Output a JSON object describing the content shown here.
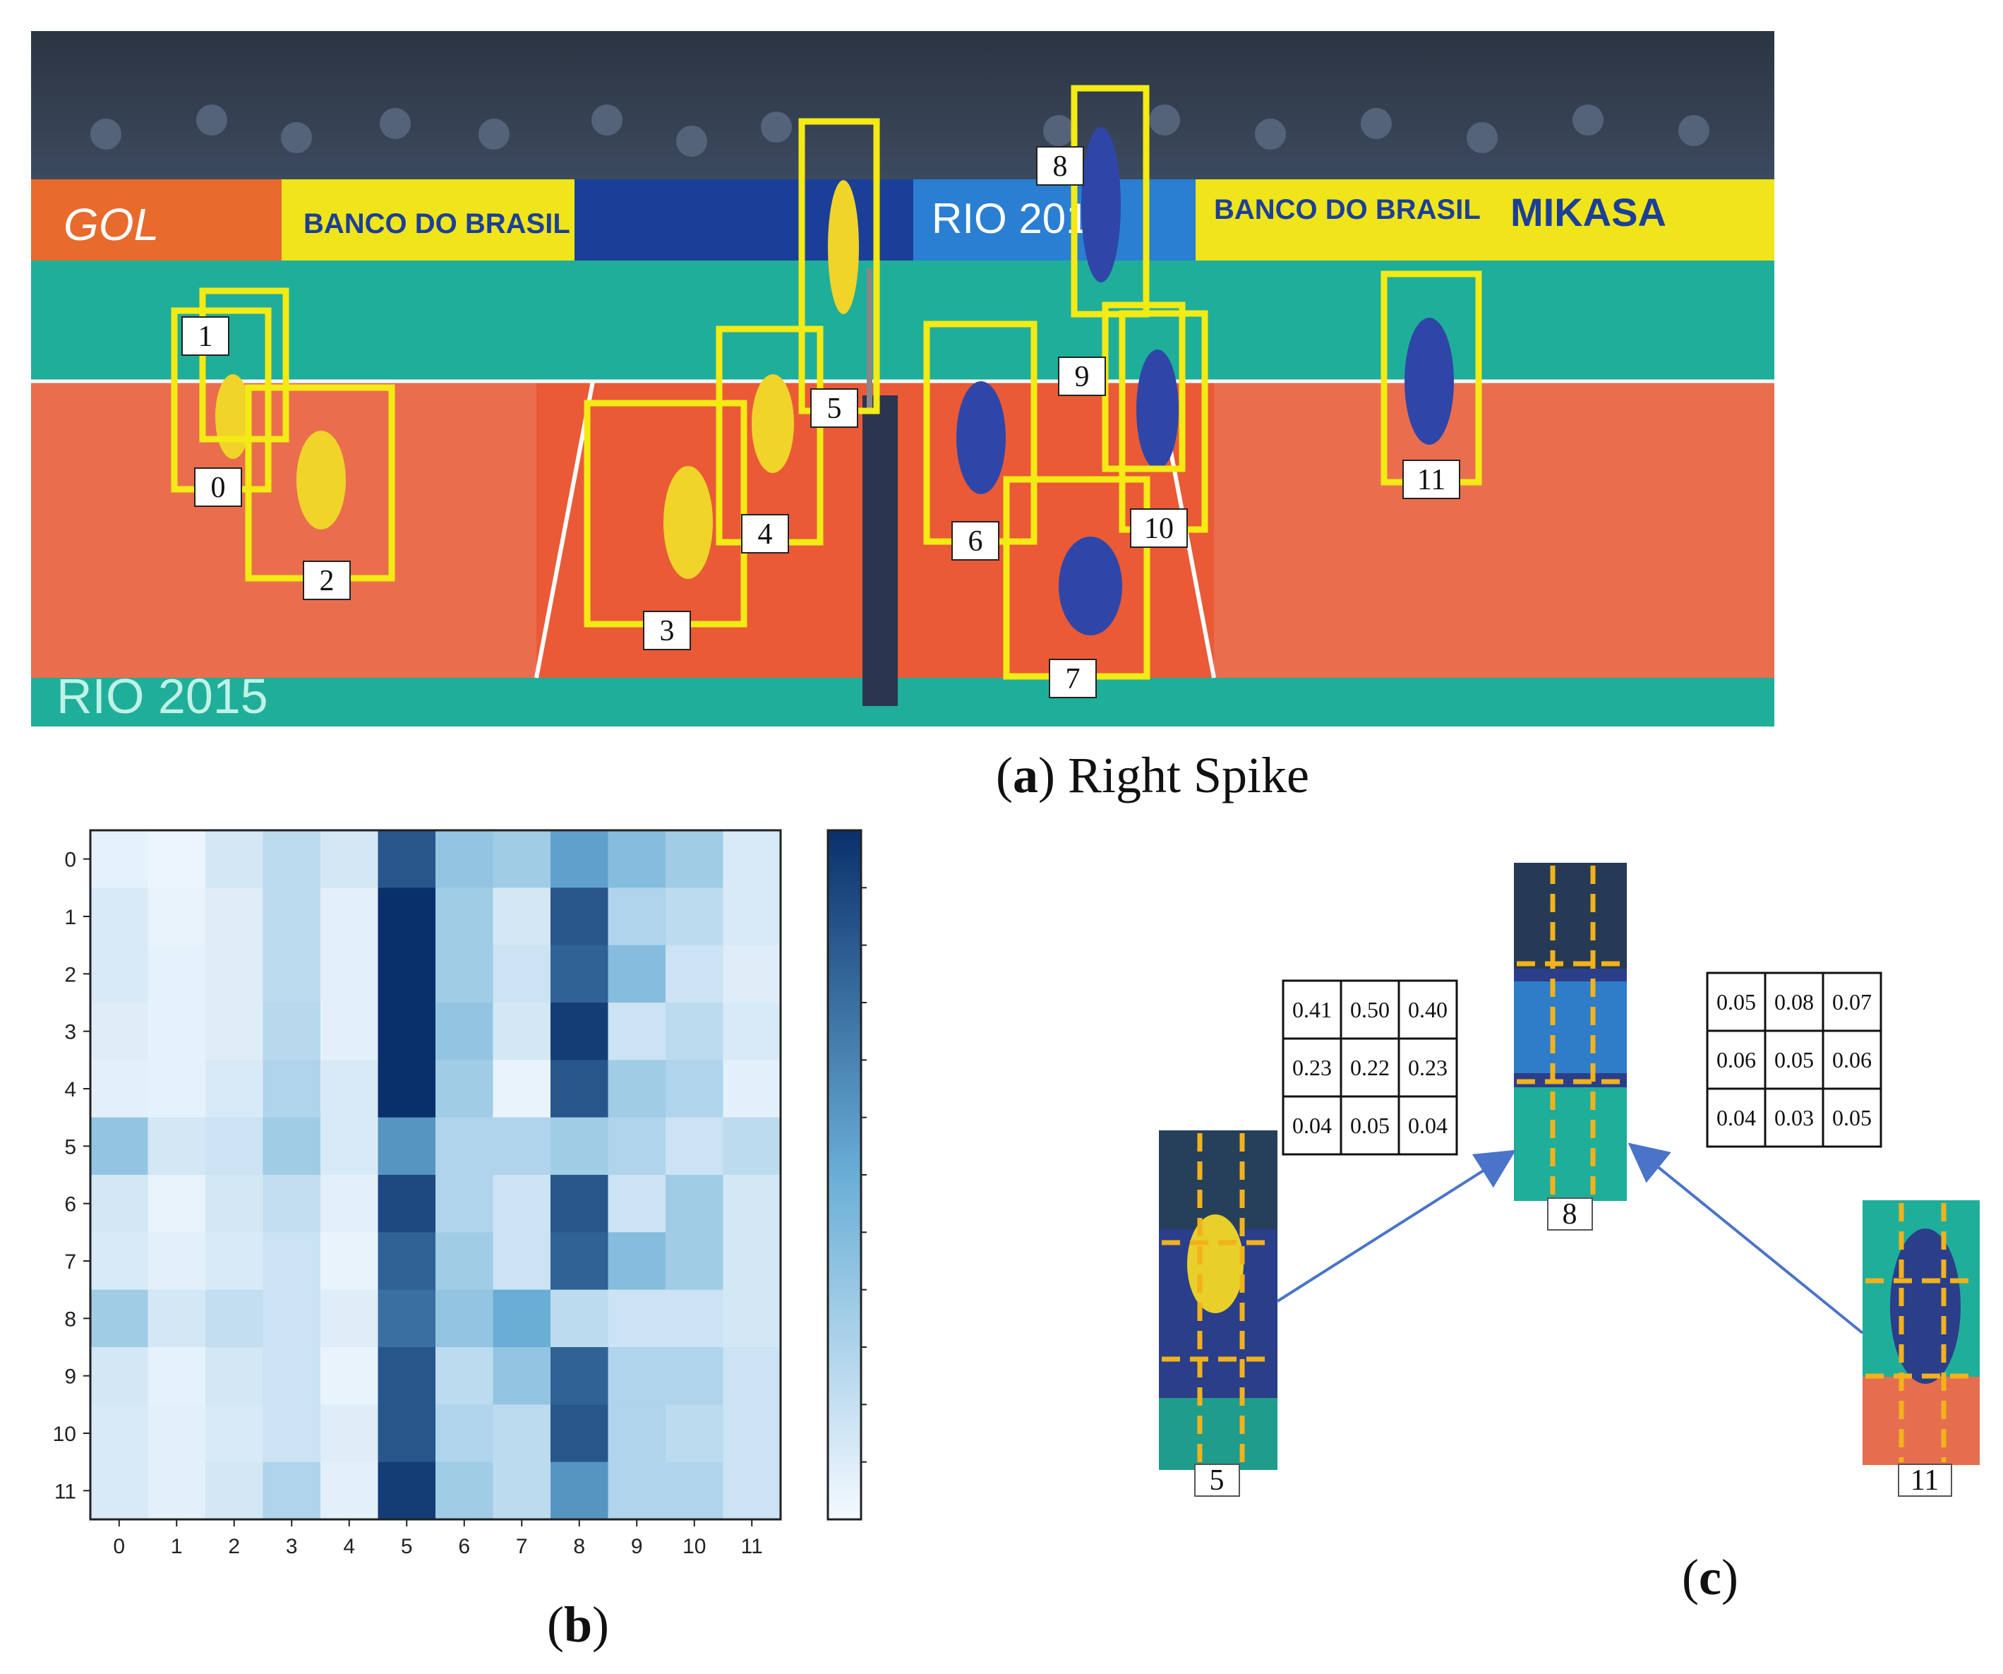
{
  "panel_a": {
    "caption_letter": "a",
    "caption_text": "Right Spike",
    "banners": [
      "GOL",
      "BANCO DO BRASIL",
      "MIKASA",
      "RIO 2015"
    ],
    "player_labels": [
      "0",
      "1",
      "2",
      "3",
      "4",
      "5",
      "6",
      "7",
      "8",
      "9",
      "10",
      "11"
    ]
  },
  "panel_b": {
    "caption_letter": "b"
  },
  "panel_c": {
    "caption_letter": "c",
    "crop_labels": [
      "5",
      "8",
      "11"
    ],
    "table_left": [
      [
        "0.41",
        "0.50",
        "0.40"
      ],
      [
        "0.23",
        "0.22",
        "0.23"
      ],
      [
        "0.04",
        "0.05",
        "0.04"
      ]
    ],
    "table_right": [
      [
        "0.05",
        "0.08",
        "0.07"
      ],
      [
        "0.06",
        "0.05",
        "0.06"
      ],
      [
        "0.04",
        "0.03",
        "0.05"
      ]
    ]
  },
  "chart_data": {
    "type": "heatmap",
    "x_ticks": [
      "0",
      "1",
      "2",
      "3",
      "4",
      "5",
      "6",
      "7",
      "8",
      "9",
      "10",
      "11"
    ],
    "y_ticks": [
      "0",
      "1",
      "2",
      "3",
      "4",
      "5",
      "6",
      "7",
      "8",
      "9",
      "10",
      "11"
    ],
    "colormap": "Blues",
    "color_low": "#f4f9ff",
    "color_high": "#0a306b",
    "values": [
      [
        0.05,
        0.03,
        0.12,
        0.2,
        0.12,
        0.85,
        0.35,
        0.3,
        0.55,
        0.4,
        0.3,
        0.1
      ],
      [
        0.1,
        0.04,
        0.08,
        0.2,
        0.06,
        1.0,
        0.3,
        0.12,
        0.85,
        0.25,
        0.2,
        0.1
      ],
      [
        0.1,
        0.05,
        0.08,
        0.2,
        0.06,
        1.0,
        0.3,
        0.15,
        0.8,
        0.4,
        0.15,
        0.08
      ],
      [
        0.08,
        0.05,
        0.08,
        0.22,
        0.06,
        1.0,
        0.35,
        0.12,
        0.95,
        0.15,
        0.2,
        0.1
      ],
      [
        0.06,
        0.05,
        0.1,
        0.25,
        0.1,
        1.0,
        0.3,
        0.04,
        0.85,
        0.3,
        0.25,
        0.06
      ],
      [
        0.35,
        0.12,
        0.15,
        0.3,
        0.1,
        0.6,
        0.25,
        0.25,
        0.3,
        0.25,
        0.15,
        0.2
      ],
      [
        0.12,
        0.04,
        0.12,
        0.18,
        0.06,
        0.9,
        0.25,
        0.15,
        0.85,
        0.15,
        0.3,
        0.12
      ],
      [
        0.1,
        0.06,
        0.1,
        0.15,
        0.04,
        0.8,
        0.3,
        0.15,
        0.8,
        0.4,
        0.3,
        0.12
      ],
      [
        0.3,
        0.12,
        0.18,
        0.15,
        0.08,
        0.75,
        0.35,
        0.5,
        0.2,
        0.15,
        0.15,
        0.12
      ],
      [
        0.12,
        0.05,
        0.12,
        0.15,
        0.04,
        0.85,
        0.2,
        0.35,
        0.8,
        0.25,
        0.25,
        0.15
      ],
      [
        0.1,
        0.06,
        0.1,
        0.15,
        0.08,
        0.85,
        0.25,
        0.2,
        0.85,
        0.25,
        0.2,
        0.15
      ],
      [
        0.1,
        0.06,
        0.12,
        0.25,
        0.06,
        0.95,
        0.3,
        0.2,
        0.6,
        0.25,
        0.25,
        0.15
      ]
    ]
  }
}
